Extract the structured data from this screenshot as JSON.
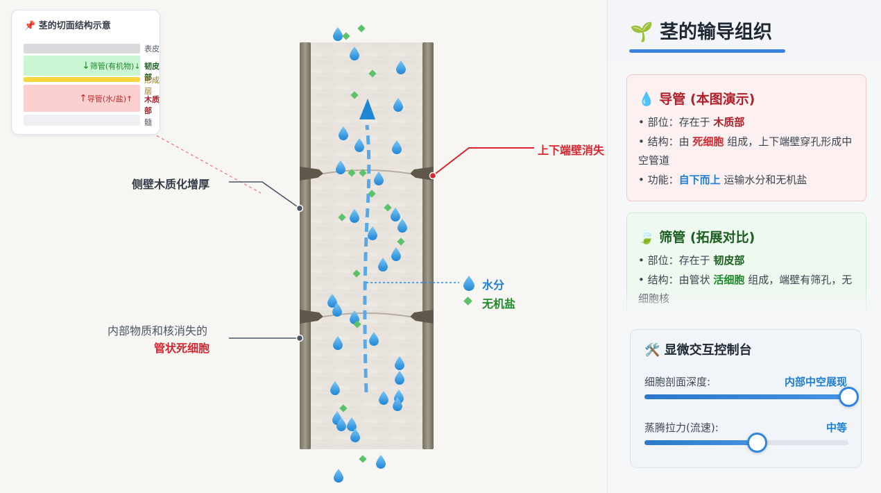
{
  "mini": {
    "title": "📌 茎的切面结构示意",
    "layers": {
      "epidermis": "表皮",
      "phloem": "韧皮部",
      "cambium": "形成层",
      "xylem": "木质部",
      "pith": "髓"
    },
    "phloem_inner": "筛管(有机物)↓",
    "xylem_inner": "导管(水/盐)↑",
    "colors": {
      "phloem": "#c9f5d2",
      "cambium": "#f7d63e",
      "xylem": "#fdd0d0"
    }
  },
  "callouts": {
    "end_wall": "上下端壁消失",
    "side_wall": "侧壁木质化增厚",
    "dead_cell_line1": "内部物质和核消失的",
    "dead_cell_line2": "管状死细胞"
  },
  "legend": {
    "water": "水分",
    "salt": "无机盐"
  },
  "panel": {
    "title": "茎的输导组织",
    "title_icon": "🌱",
    "vessel": {
      "title": "导管 (本图演示)",
      "icon": "💧",
      "loc_prefix": "部位：存在于 ",
      "loc_value": "木质部",
      "struct_prefix": "结构：由 ",
      "struct_value": "死细胞",
      "struct_suffix": " 组成，上下端壁穿孔形成中空管道",
      "func_prefix": "功能：",
      "func_value": "自下而上",
      "func_suffix": " 运输水分和无机盐"
    },
    "sieve": {
      "title": "筛管 (拓展对比)",
      "icon": "🍃",
      "loc_prefix": "部位：存在于 ",
      "loc_value": "韧皮部",
      "struct_prefix": "结构：由管状 ",
      "struct_value": "活细胞",
      "struct_suffix": " 组成，端壁有筛孔，无细胞核"
    }
  },
  "controls": {
    "title": "🛠️ 显微交互控制台",
    "depth": {
      "label": "细胞剖面深度:",
      "value": "内部中空展现",
      "level": 1.0
    },
    "flow": {
      "label": "蒸腾拉力(流速):",
      "value": "中等",
      "level": 0.55
    }
  },
  "colors": {
    "accent": "#1c7ed6",
    "red": "#d7262e",
    "water": "#3aa0e8",
    "salt": "#5cc26a"
  }
}
